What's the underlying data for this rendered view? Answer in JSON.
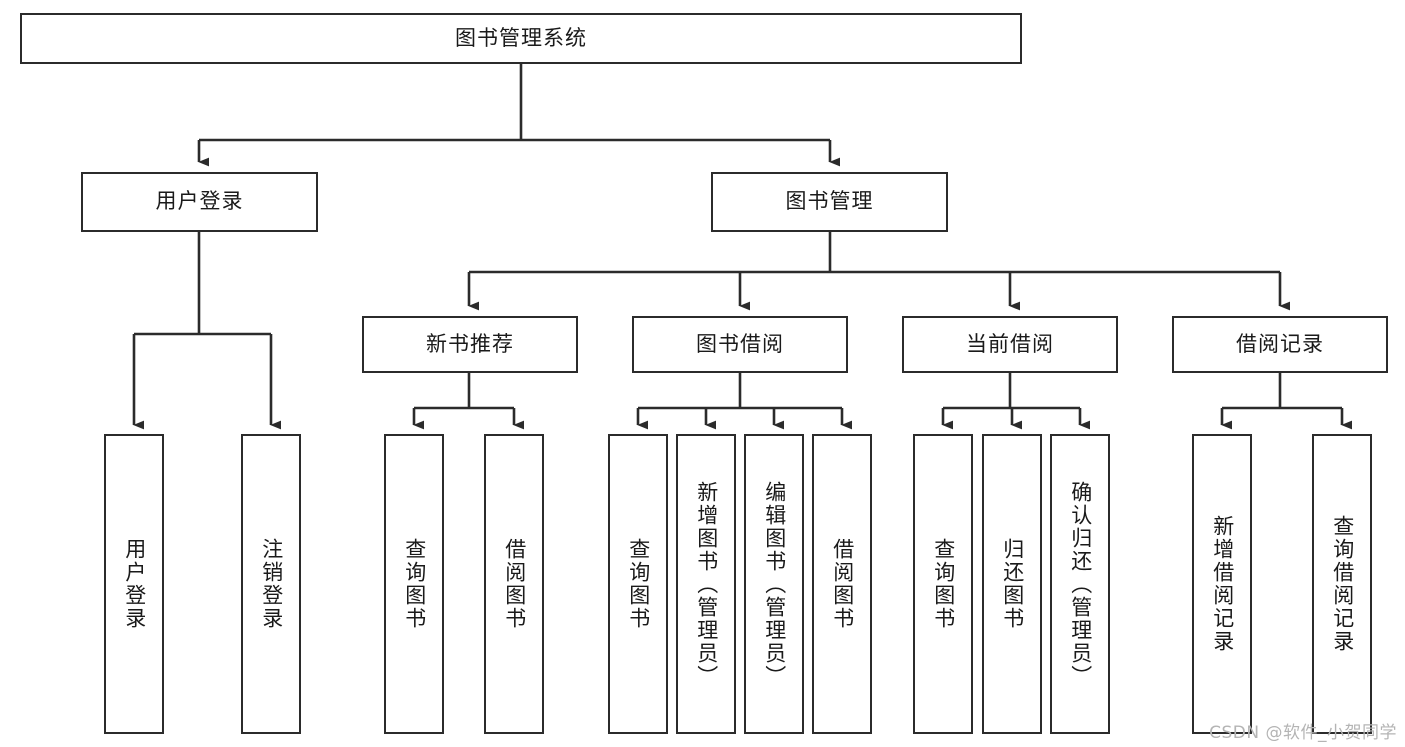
{
  "diagram": {
    "type": "tree-hierarchy",
    "title": "图书管理系统",
    "root": {
      "id": "root",
      "label": "图书管理系统",
      "orientation": "horizontal"
    },
    "level1": [
      {
        "id": "user-login",
        "label": "用户登录",
        "orientation": "horizontal"
      },
      {
        "id": "book-manage",
        "label": "图书管理",
        "orientation": "horizontal"
      }
    ],
    "level2": [
      {
        "id": "new-book-recommend",
        "label": "新书推荐",
        "parent": "book-manage",
        "orientation": "horizontal"
      },
      {
        "id": "book-borrow",
        "label": "图书借阅",
        "parent": "book-manage",
        "orientation": "horizontal"
      },
      {
        "id": "current-borrow",
        "label": "当前借阅",
        "parent": "book-manage",
        "orientation": "horizontal"
      },
      {
        "id": "borrow-record",
        "label": "借阅记录",
        "parent": "book-manage",
        "orientation": "horizontal"
      }
    ],
    "leaves": [
      {
        "id": "leaf-user-login",
        "label": "用户登录",
        "parent": "user-login",
        "orientation": "vertical"
      },
      {
        "id": "leaf-logout-login",
        "label": "注销登录",
        "parent": "user-login",
        "orientation": "vertical"
      },
      {
        "id": "leaf-query-book-1",
        "label": "查询图书",
        "parent": "new-book-recommend",
        "orientation": "vertical"
      },
      {
        "id": "leaf-borrow-book-1",
        "label": "借阅图书",
        "parent": "new-book-recommend",
        "orientation": "vertical"
      },
      {
        "id": "leaf-query-book-2",
        "label": "查询图书",
        "parent": "book-borrow",
        "orientation": "vertical"
      },
      {
        "id": "leaf-add-book",
        "label": "新增图书（管理员）",
        "parent": "book-borrow",
        "orientation": "vertical"
      },
      {
        "id": "leaf-edit-book",
        "label": "编辑图书（管理员）",
        "parent": "book-borrow",
        "orientation": "vertical"
      },
      {
        "id": "leaf-borrow-book-2",
        "label": "借阅图书",
        "parent": "book-borrow",
        "orientation": "vertical"
      },
      {
        "id": "leaf-query-book-3",
        "label": "查询图书",
        "parent": "current-borrow",
        "orientation": "vertical"
      },
      {
        "id": "leaf-return-book",
        "label": "归还图书",
        "parent": "current-borrow",
        "orientation": "vertical"
      },
      {
        "id": "leaf-confirm-return",
        "label": "确认归还（管理员）",
        "parent": "current-borrow",
        "orientation": "vertical"
      },
      {
        "id": "leaf-add-record",
        "label": "新增借阅记录",
        "parent": "borrow-record",
        "orientation": "vertical"
      },
      {
        "id": "leaf-query-record",
        "label": "查询借阅记录",
        "parent": "borrow-record",
        "orientation": "vertical"
      }
    ],
    "colors": {
      "stroke": "#2b2b2b",
      "fill": "#ffffff",
      "text": "#1a1a1a",
      "watermark": "#b4b4b4"
    }
  },
  "watermark": {
    "text": "CSDN @软件_小贺同学"
  }
}
